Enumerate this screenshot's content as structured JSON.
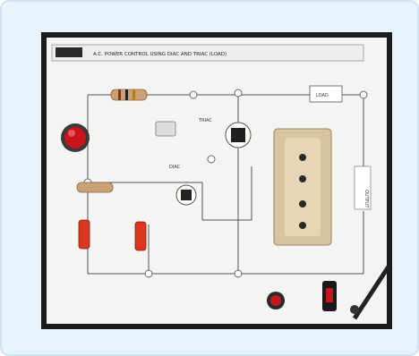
{
  "image": {
    "description": "Photo of an educational electronics training board with a printed circuit on a white panel, framed on a light blue background.",
    "colors": {
      "background": "#e9f3fb",
      "board_frame": "#1b1b1b",
      "panel": "#f4f4f2",
      "trace": "#555555",
      "knob_red": "#c8151b",
      "fuse_red": "#d9381e",
      "socket_beige": "#d8c4a0"
    }
  },
  "board": {
    "header_badge": "",
    "header_text": "A.C. POWER CONTROL USING DIAC AND TRIAC (LOAD)",
    "labels": {
      "pot": "",
      "diac": "DIAC",
      "triac": "TRIAC",
      "lamp": "LOAD",
      "output": "OUTPUT"
    }
  }
}
